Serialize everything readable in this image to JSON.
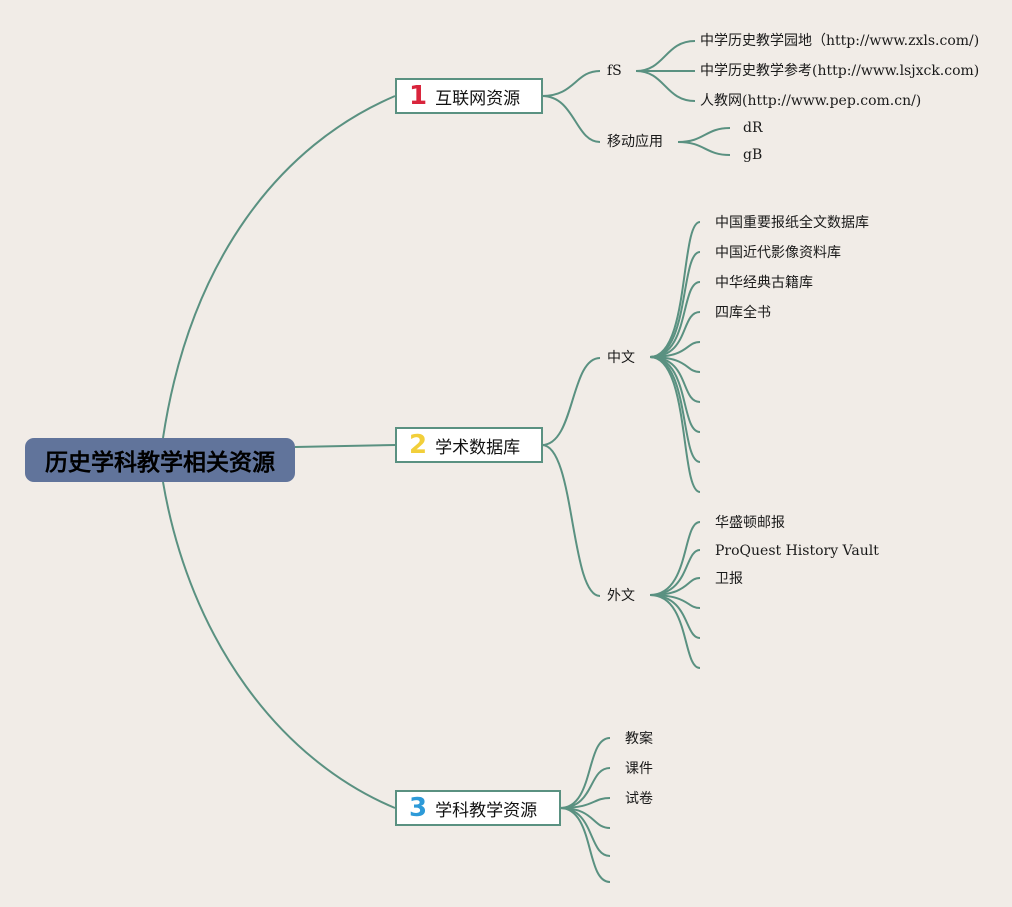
{
  "root": {
    "title": "历史学科教学相关资源"
  },
  "branches": [
    {
      "number": "1",
      "label": "互联网资源",
      "children": [
        {
          "label": "fS",
          "leaves": [
            "中学历史教学园地（http://www.zxls.com/)",
            "中学历史教学参考(http://www.lsjxck.com)",
            "人教网(http://www.pep.com.cn/)"
          ]
        },
        {
          "label": "移动应用",
          "leaves": [
            "dR",
            "gB"
          ]
        }
      ]
    },
    {
      "number": "2",
      "label": "学术数据库",
      "children": [
        {
          "label": "中文",
          "leaves": [
            "中国重要报纸全文数据库",
            "中国近代影像资料库",
            "中华经典古籍库",
            "四库全书",
            "",
            "",
            "",
            "",
            "",
            ""
          ]
        },
        {
          "label": "外文",
          "leaves": [
            "华盛顿邮报",
            "ProQuest History Vault",
            "卫报",
            "",
            "",
            ""
          ]
        }
      ]
    },
    {
      "number": "3",
      "label": "学科教学资源",
      "leaves": [
        "教案",
        "课件",
        "试卷",
        "",
        "",
        ""
      ]
    }
  ],
  "colors": {
    "background": "#f1ece7",
    "connector": "#5a9181",
    "root_fill": "#61749b",
    "number_1": "#d9243c",
    "number_2": "#f2cf3a",
    "number_3": "#2d9ad8"
  }
}
